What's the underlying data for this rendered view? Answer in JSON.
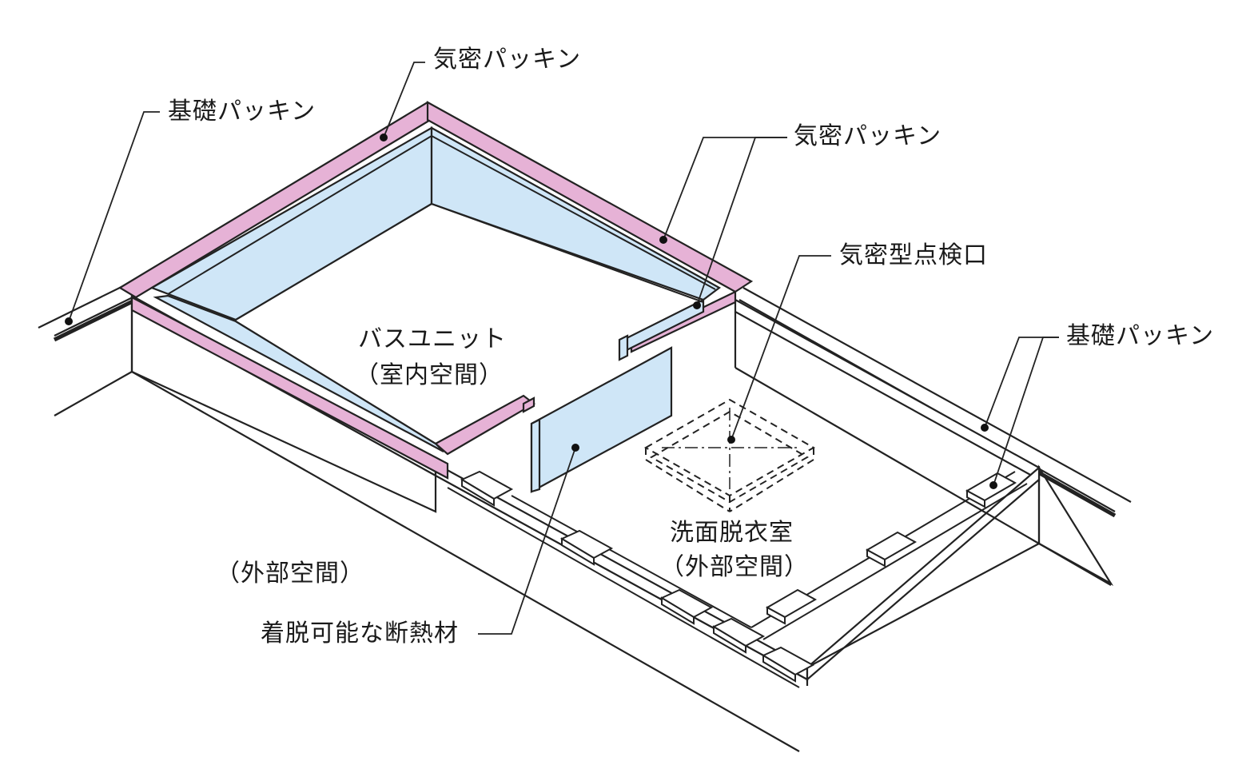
{
  "colors": {
    "line": "#222222",
    "packing": "#e6b2d6",
    "insulation": "#cfe6f7",
    "background": "#ffffff"
  },
  "labels": {
    "airtight_packing_top": "気密パッキン",
    "foundation_packing_left": "基礎パッキン",
    "airtight_packing_right": "気密パッキン",
    "airtight_inspection_port": "気密型点検口",
    "foundation_packing_right": "基礎パッキン",
    "bath_unit_title": "バスユニット",
    "bath_unit_sub": "（室内空間）",
    "washroom_title": "洗面脱衣室",
    "washroom_sub": "（外部空間）",
    "outside_space": "（外部空間）",
    "removable_insulation": "着脱可能な断熱材"
  }
}
